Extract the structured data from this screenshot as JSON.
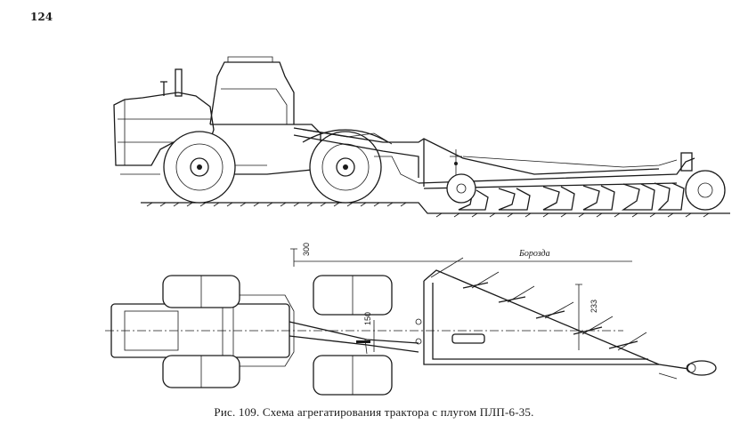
{
  "page": {
    "number": "124"
  },
  "figure": {
    "caption": "Рис. 109. Схема агрегатирования трактора с плугом ПЛП-6-35.",
    "label_furrow": "Борозда",
    "dim_300": "300",
    "dim_233": "233",
    "dim_150": "150"
  }
}
